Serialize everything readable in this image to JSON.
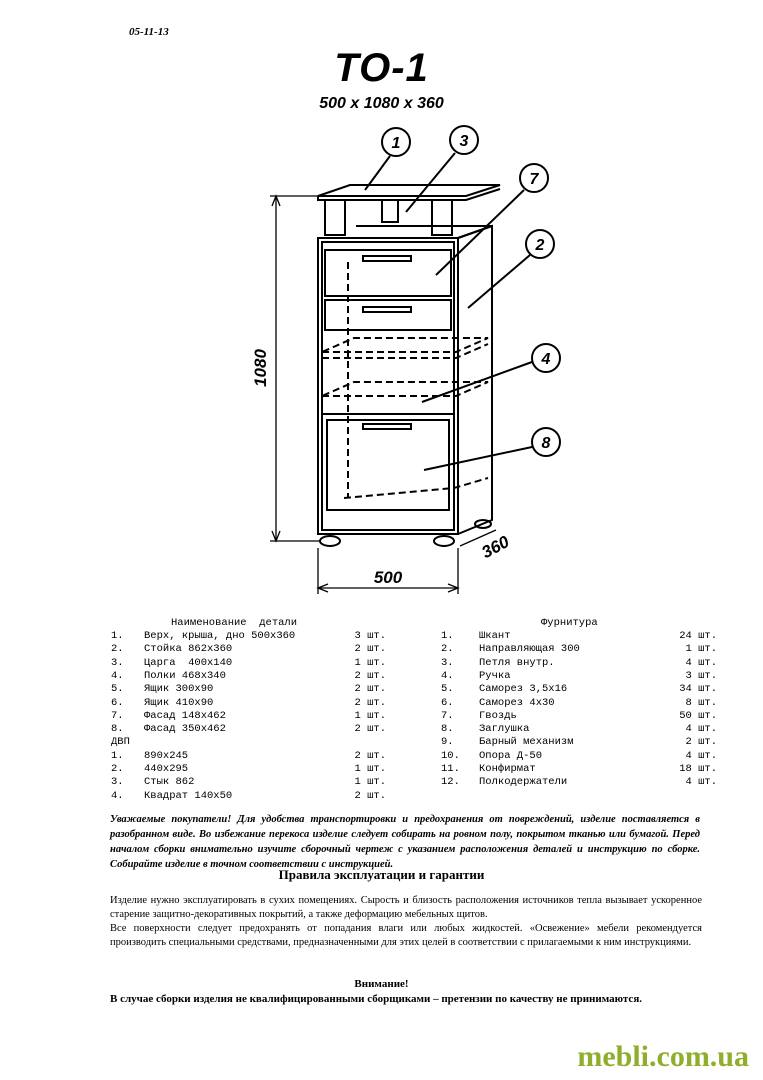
{
  "header": {
    "date": "05-11-13",
    "title": "ТО-1",
    "dimensions": "500 х 1080 х 360"
  },
  "drawing": {
    "height_label": "1080",
    "width_label": "500",
    "depth_label": "360",
    "callouts": [
      "1",
      "3",
      "7",
      "2",
      "4",
      "8"
    ]
  },
  "parts_table": {
    "header": "Наименование  детали",
    "rows": [
      {
        "num": "1.",
        "name": "Верх, крыша, дно 500х360",
        "qty": "3 шт."
      },
      {
        "num": "2.",
        "name": "Стойка 862х360",
        "qty": "2 шт."
      },
      {
        "num": "3.",
        "name": "Царга  400х140",
        "qty": "1 шт."
      },
      {
        "num": "4.",
        "name": "Полки 468х340",
        "qty": "2 шт."
      },
      {
        "num": "5.",
        "name": "Ящик 300х90",
        "qty": "2 шт."
      },
      {
        "num": "6.",
        "name": "Ящик 410х90",
        "qty": "2 шт."
      },
      {
        "num": "7.",
        "name": "Фасад 148х462",
        "qty": "1 шт."
      },
      {
        "num": "8.",
        "name": "Фасад 350х462",
        "qty": "2 шт."
      }
    ],
    "dvp_label": "ДВП",
    "dvp_rows": [
      {
        "num": "1.",
        "name": "890х245",
        "qty": "2 шт."
      },
      {
        "num": "2.",
        "name": "440х295",
        "qty": "1 шт."
      },
      {
        "num": "3.",
        "name": "Стык 862",
        "qty": "1 шт."
      },
      {
        "num": "4.",
        "name": "Квадрат 140х50",
        "qty": "2 шт."
      }
    ]
  },
  "hardware_table": {
    "header": "Фурнитура",
    "rows": [
      {
        "num": "1.",
        "name": "Шкант",
        "qty": "24 шт."
      },
      {
        "num": "2.",
        "name": "Направляющая 300",
        "qty": "1 шт."
      },
      {
        "num": "3.",
        "name": "Петля внутр.",
        "qty": "4 шт."
      },
      {
        "num": "4.",
        "name": "Ручка",
        "qty": "3 шт."
      },
      {
        "num": "5.",
        "name": "Саморез 3,5х16",
        "qty": "34 шт."
      },
      {
        "num": "6.",
        "name": "Саморез 4х30",
        "qty": "8 шт."
      },
      {
        "num": "7.",
        "name": "Гвоздь",
        "qty": "50 шт."
      },
      {
        "num": "8.",
        "name": "Заглушка",
        "qty": "4 шт."
      },
      {
        "num": "9.",
        "name": "Барный механизм",
        "qty": "2 шт."
      },
      {
        "num": "10.",
        "name": "Опора Д-50",
        "qty": "4 шт."
      },
      {
        "num": "11.",
        "name": "Конфирмат",
        "qty": "18 шт."
      },
      {
        "num": "12.",
        "name": "Полкодержатели",
        "qty": "4 шт."
      }
    ]
  },
  "notice": "Уважаемые покупатели! Для удобства транспортировки и предохранения от повреждений, изделие поставляется в разобранном виде. Во избежание перекоса изделие следует собирать на ровном полу, покрытом тканью или бумагой. Перед началом сборки внимательно изучите сборочный чертеж с указанием расположения деталей и инструкцию по сборке. Собирайте изделие в точном соответствии с инструкцией.",
  "rules": {
    "title": "Правила эксплуатации и гарантии",
    "p1": "Изделие нужно эксплуатировать в сухих помещениях. Сырость и близость расположения источников тепла вызывает ускоренное старение защитно-декоративных покрытий, а также деформацию мебельных щитов.",
    "p2": "Все поверхности следует предохранять от попадания влаги или любых жидкостей. «Освежение» мебели рекомендуется производить специальными средствами, предназначенными для этих целей в соответствии с прилагаемыми к ним инструкциями."
  },
  "attention": {
    "title": "Внимание!",
    "text": "В случае сборки изделия не квалифицированными сборщиками – претензии по качеству не принимаются."
  },
  "logo": {
    "text": "mebli.com.ua",
    "color": "#8fae2c"
  }
}
